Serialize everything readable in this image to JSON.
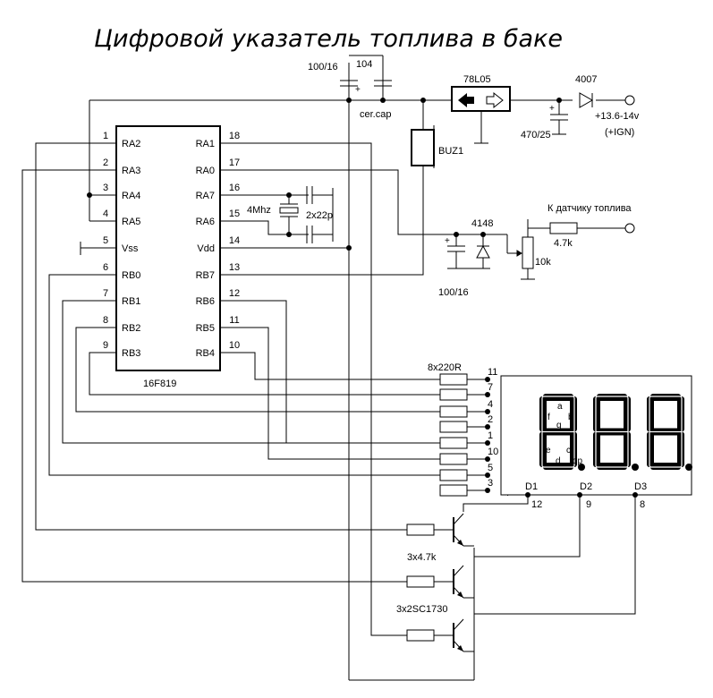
{
  "title": "Цифровой указатель топлива в баке",
  "mcu": {
    "part": "16F819",
    "left_pins": [
      {
        "num": "1",
        "name": "RA2"
      },
      {
        "num": "2",
        "name": "RA3"
      },
      {
        "num": "3",
        "name": "RA4"
      },
      {
        "num": "4",
        "name": "RA5"
      },
      {
        "num": "5",
        "name": "Vss"
      },
      {
        "num": "6",
        "name": "RB0"
      },
      {
        "num": "7",
        "name": "RB1"
      },
      {
        "num": "8",
        "name": "RB2"
      },
      {
        "num": "9",
        "name": "RB3"
      }
    ],
    "right_pins": [
      {
        "num": "18",
        "name": "RA1"
      },
      {
        "num": "17",
        "name": "RA0"
      },
      {
        "num": "16",
        "name": "RA7"
      },
      {
        "num": "15",
        "name": "RA6"
      },
      {
        "num": "14",
        "name": "Vdd"
      },
      {
        "num": "13",
        "name": "RB7"
      },
      {
        "num": "12",
        "name": "RB6"
      },
      {
        "num": "11",
        "name": "RB5"
      },
      {
        "num": "10",
        "name": "RB4"
      }
    ]
  },
  "crystal": {
    "freq": "4Mhz",
    "caps": "2x22p"
  },
  "power": {
    "cap1": "100/16",
    "cap2": "104",
    "cap_note": "cer.cap",
    "reg": "78L05",
    "cap3": "470/25",
    "diode": "4007",
    "supply": "+13.6-14v",
    "supply_note": "(+IGN)",
    "plus": "+",
    "switch": "BUZ1"
  },
  "sensor": {
    "diode": "4148",
    "label": "К датчику топлива",
    "r_series": "4.7k",
    "pot": "10k",
    "cap": "100/16",
    "plus": "+"
  },
  "resistors": {
    "label": "8x220R",
    "pin_nums": [
      "11",
      "7",
      "4",
      "2",
      "1",
      "10",
      "5",
      "3"
    ],
    "seg_names": [
      "a",
      "b",
      "c",
      "d",
      "e",
      "f",
      "g",
      "dp"
    ]
  },
  "display": {
    "digit_labels": [
      "D1",
      "D2",
      "D3"
    ],
    "common_pins": [
      "12",
      "9",
      "8"
    ],
    "inner_labels": {
      "a": "a",
      "b": "b",
      "c": "c",
      "d": "d",
      "e": "e",
      "f": "f",
      "g": "g",
      "dp": "dp"
    }
  },
  "transistors": {
    "resistors": "3x4.7k",
    "part": "3x2SC1730"
  }
}
